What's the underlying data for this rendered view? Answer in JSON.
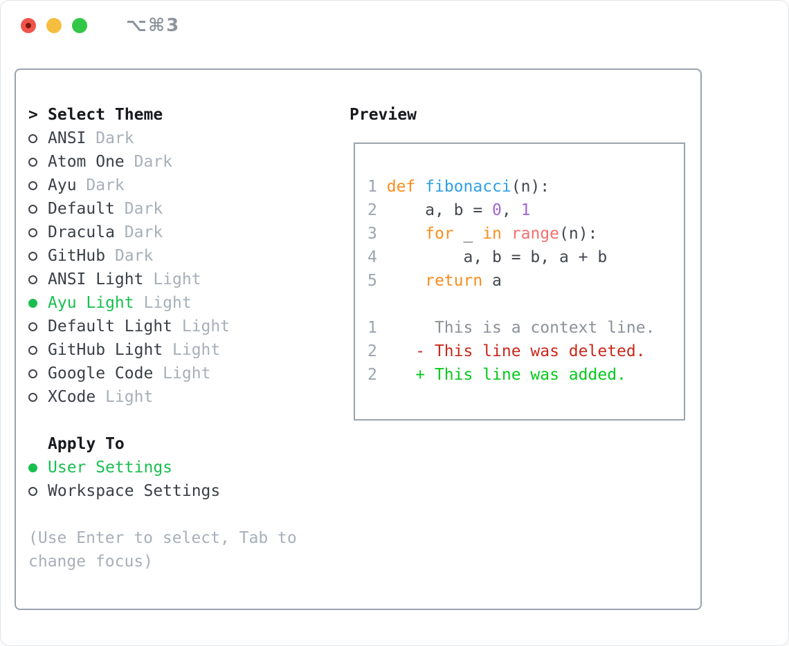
{
  "window": {
    "title": "⌥⌘3",
    "traffic_lights": [
      {
        "name": "close",
        "color": "#f0544c"
      },
      {
        "name": "minimize",
        "color": "#f6be40"
      },
      {
        "name": "zoom",
        "color": "#33c748"
      }
    ]
  },
  "theme_panel": {
    "prompt": ">",
    "header": "Select Theme",
    "items": [
      {
        "name": "ANSI",
        "variant": "Dark",
        "selected": false
      },
      {
        "name": "Atom One",
        "variant": "Dark",
        "selected": false
      },
      {
        "name": "Ayu",
        "variant": "Dark",
        "selected": false
      },
      {
        "name": "Default",
        "variant": "Dark",
        "selected": false
      },
      {
        "name": "Dracula",
        "variant": "Dark",
        "selected": false
      },
      {
        "name": "GitHub",
        "variant": "Dark",
        "selected": false
      },
      {
        "name": "ANSI Light",
        "variant": "Light",
        "selected": false
      },
      {
        "name": "Ayu Light",
        "variant": "Light",
        "selected": true
      },
      {
        "name": "Default Light",
        "variant": "Light",
        "selected": false
      },
      {
        "name": "GitHub Light",
        "variant": "Light",
        "selected": false
      },
      {
        "name": "Google Code",
        "variant": "Light",
        "selected": false
      },
      {
        "name": "XCode",
        "variant": "Light",
        "selected": false
      }
    ]
  },
  "apply_panel": {
    "header": "Apply To",
    "options": [
      {
        "label": "User Settings",
        "selected": true
      },
      {
        "label": "Workspace Settings",
        "selected": false
      }
    ]
  },
  "help_lines": [
    "(Use Enter to select, Tab to",
    "change focus)"
  ],
  "preview": {
    "header": "Preview",
    "lines": [
      {
        "num": "1",
        "tokens": [
          {
            "t": " ",
            "c": "plain"
          },
          {
            "t": "def",
            "c": "keyword"
          },
          {
            "t": " ",
            "c": "plain"
          },
          {
            "t": "fibonacci",
            "c": "function"
          },
          {
            "t": "(n):",
            "c": "plain"
          }
        ]
      },
      {
        "num": "2",
        "tokens": [
          {
            "t": "     a, b = ",
            "c": "plain"
          },
          {
            "t": "0",
            "c": "number"
          },
          {
            "t": ", ",
            "c": "plain"
          },
          {
            "t": "1",
            "c": "number"
          }
        ]
      },
      {
        "num": "3",
        "tokens": [
          {
            "t": "     ",
            "c": "plain"
          },
          {
            "t": "for",
            "c": "keyword"
          },
          {
            "t": " _ ",
            "c": "plain"
          },
          {
            "t": "in",
            "c": "keyword"
          },
          {
            "t": " ",
            "c": "plain"
          },
          {
            "t": "range",
            "c": "builtin"
          },
          {
            "t": "(n):",
            "c": "plain"
          }
        ]
      },
      {
        "num": "4",
        "tokens": [
          {
            "t": "         a, b = b, a + b",
            "c": "plain"
          }
        ]
      },
      {
        "num": "5",
        "tokens": [
          {
            "t": "     ",
            "c": "plain"
          },
          {
            "t": "return",
            "c": "keyword"
          },
          {
            "t": " a",
            "c": "plain"
          }
        ]
      },
      {
        "num": "",
        "tokens": []
      },
      {
        "num": "1",
        "tokens": [
          {
            "t": "      This is a context line.",
            "c": "context"
          }
        ]
      },
      {
        "num": "2",
        "tokens": [
          {
            "t": "    - This line was deleted.",
            "c": "deleted"
          }
        ]
      },
      {
        "num": "2",
        "tokens": [
          {
            "t": "    + This line was added.",
            "c": "added"
          }
        ]
      }
    ]
  },
  "colors": {
    "selection_green": "#18bf4f",
    "added_green": "#05c91c",
    "deleted_red": "#c9281c",
    "keyword_orange": "#f98d1e",
    "function_blue": "#2ea0e6",
    "number_purple": "#a065d9",
    "builtin_coral": "#f76f6f",
    "border_gray": "#9aa2af",
    "muted_gray": "#a7afba",
    "line_number_gray": "#9aa3b0",
    "text_dark": "#3a3f46"
  }
}
